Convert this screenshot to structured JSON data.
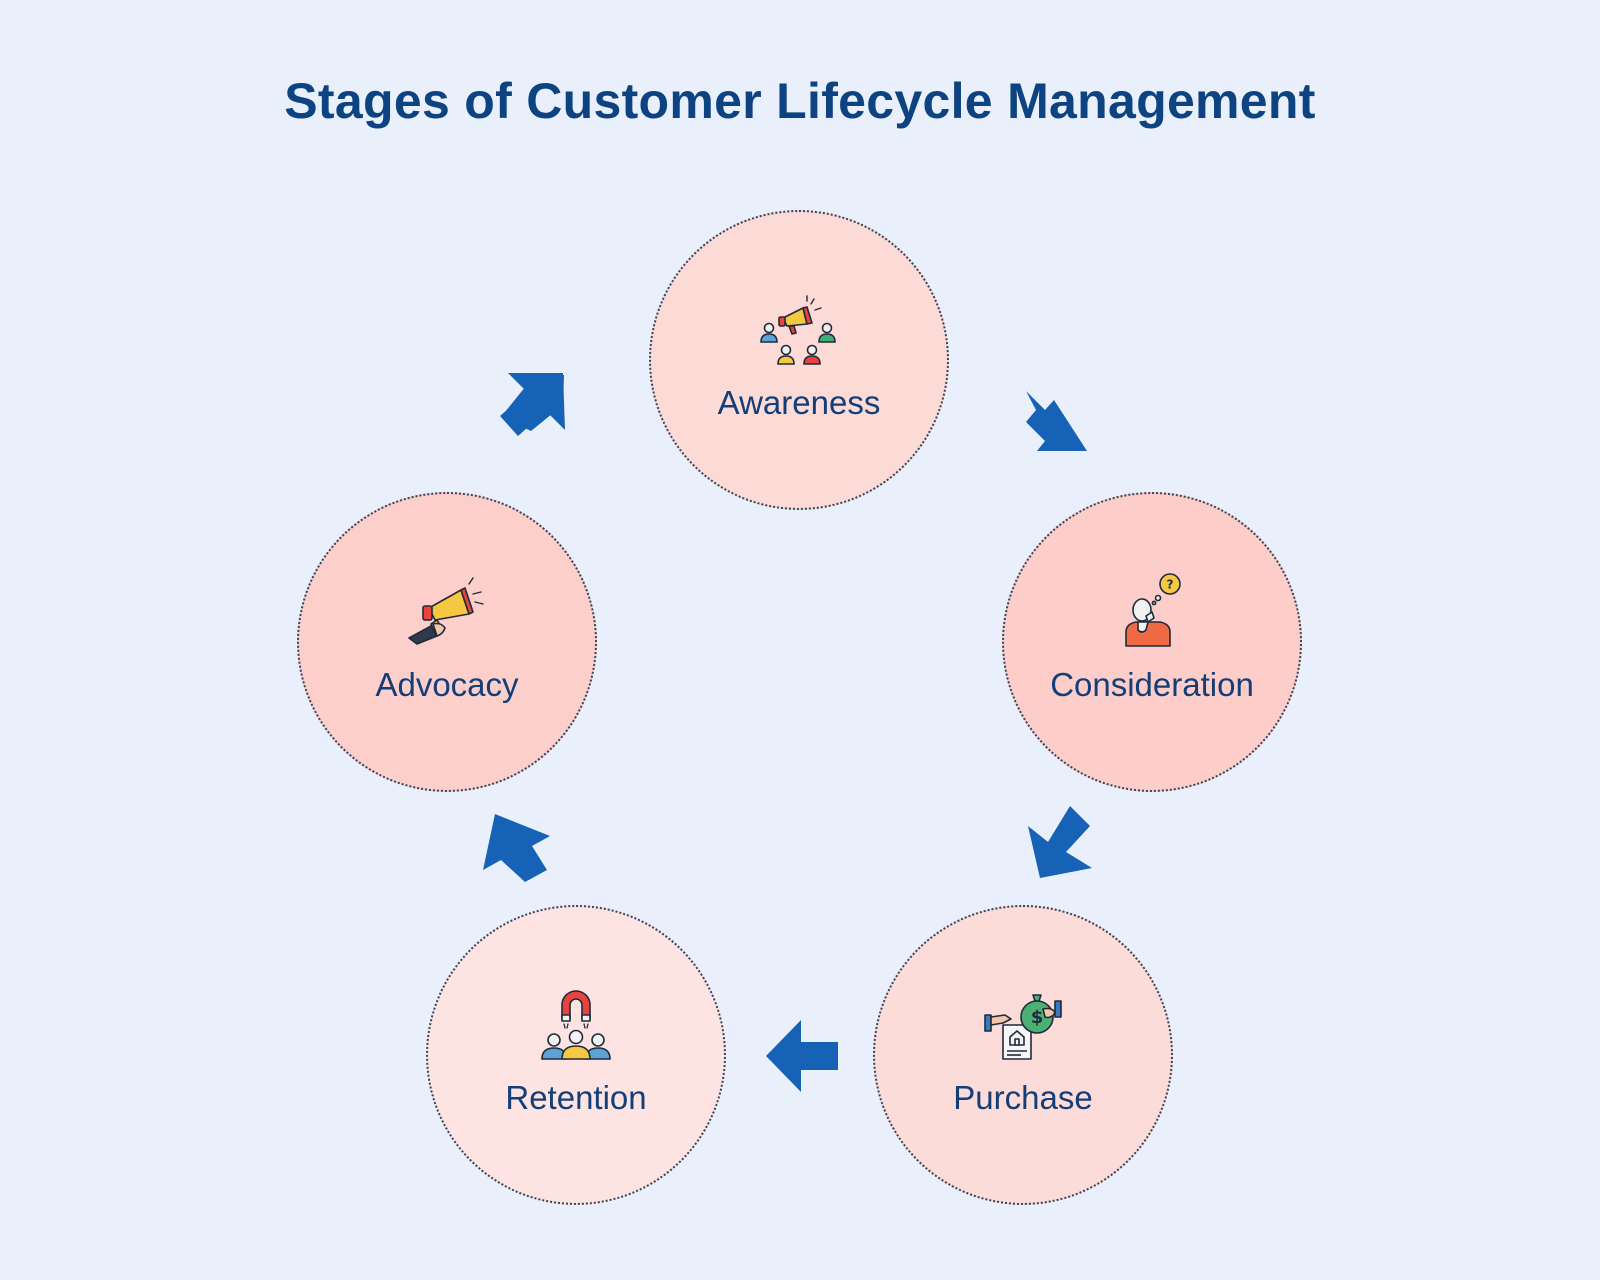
{
  "title": "Stages of Customer Lifecycle Management",
  "accent_color": "#1662b7",
  "stages": [
    {
      "label": "Awareness",
      "icon": "megaphone-audience-icon"
    },
    {
      "label": "Consideration",
      "icon": "thinking-person-icon"
    },
    {
      "label": "Purchase",
      "icon": "money-exchange-icon"
    },
    {
      "label": "Retention",
      "icon": "magnet-customers-icon"
    },
    {
      "label": "Advocacy",
      "icon": "megaphone-hand-icon"
    }
  ]
}
